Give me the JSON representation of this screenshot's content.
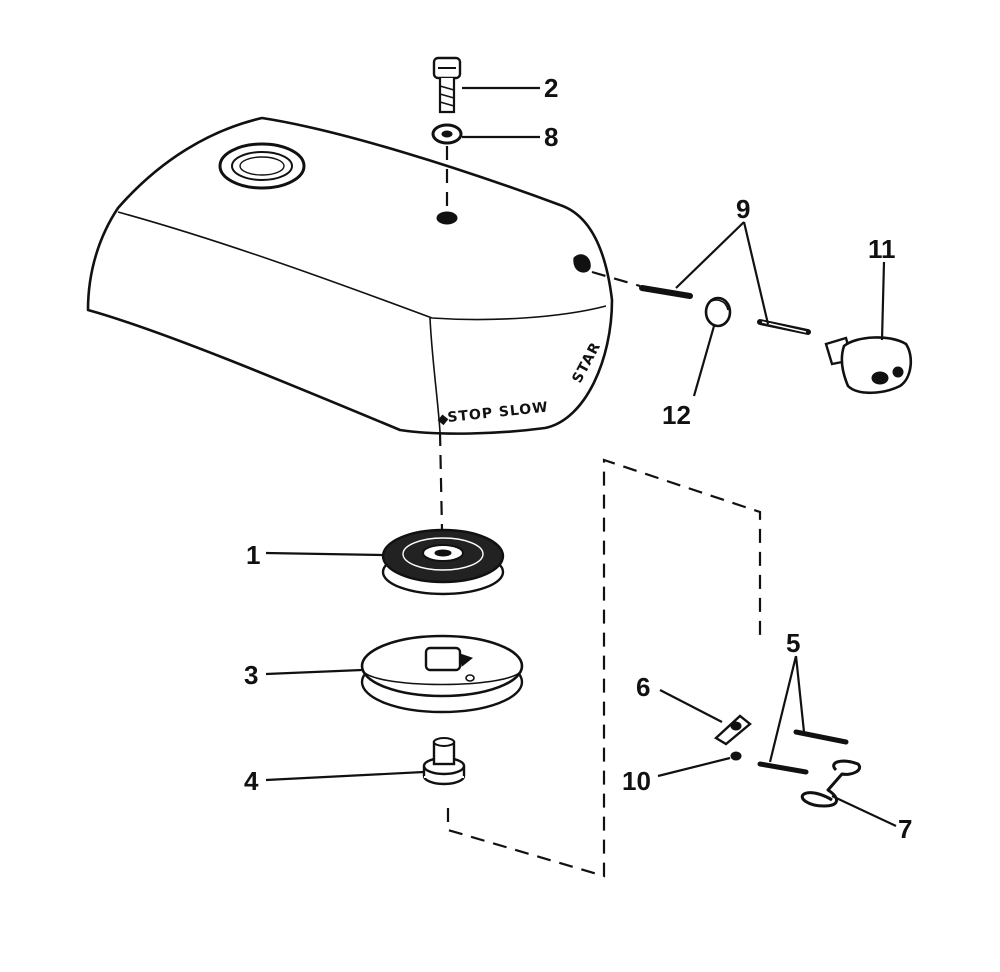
{
  "callouts": {
    "c1": "1",
    "c2": "2",
    "c3": "3",
    "c4": "4",
    "c5": "5",
    "c6": "6",
    "c7": "7",
    "c8": "8",
    "c9": "9",
    "c10": "10",
    "c11": "11",
    "c12": "12"
  },
  "cowl_markings": {
    "front_label": "STOP  SLOW",
    "side_label": "STAR"
  }
}
